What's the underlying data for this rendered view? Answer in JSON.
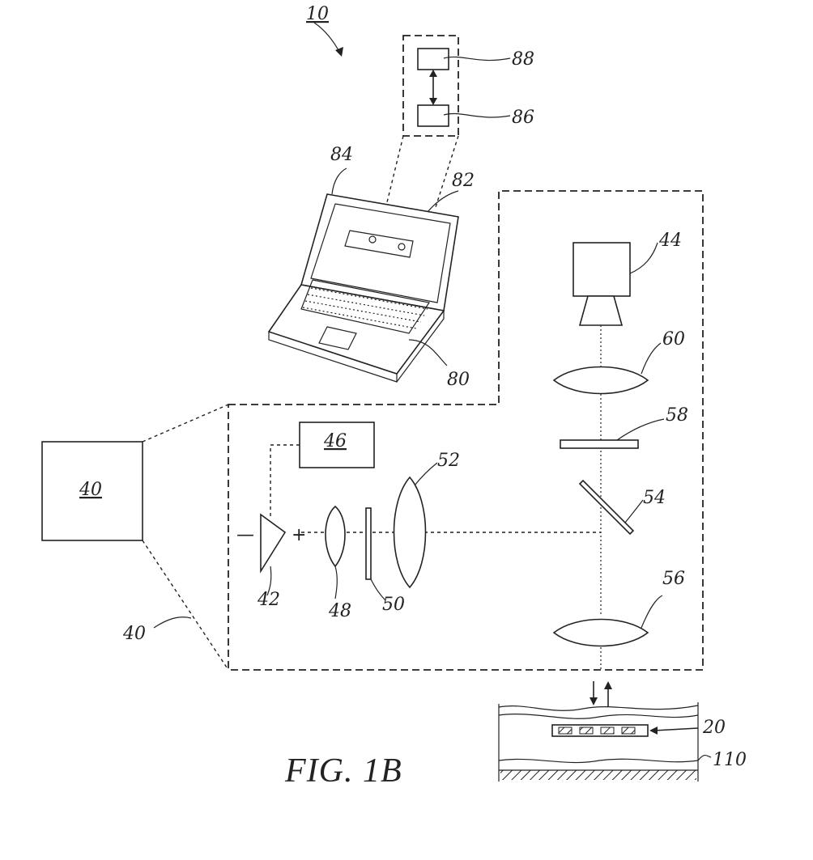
{
  "figure": {
    "title": "FIG. 1B",
    "labels": {
      "system": "10",
      "block_88": "88",
      "block_86": "86",
      "screen": "84",
      "lid": "82",
      "base": "80",
      "camera": "44",
      "lens_60": "60",
      "filter_58": "58",
      "mirror_54": "54",
      "lens_56": "56",
      "lens_52": "52",
      "filter_50": "50",
      "lens_48": "48",
      "source": "42",
      "driver": "46",
      "module_box": "40",
      "module_ref": "40",
      "target": "20",
      "tissue": "110"
    },
    "symbols": {
      "minus": "—",
      "plus": "+"
    }
  }
}
